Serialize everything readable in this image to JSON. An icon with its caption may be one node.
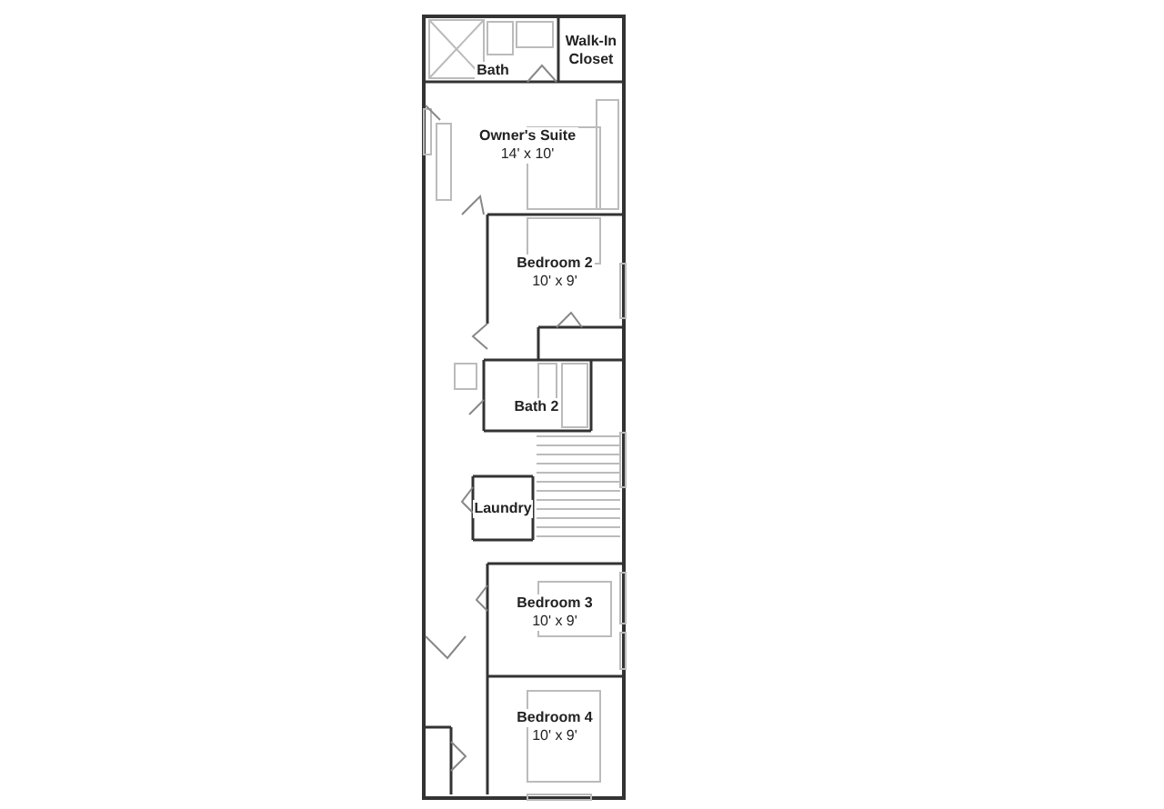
{
  "diagram": {
    "nodes": [
      {
        "text": [
          "Bath"
        ]
      },
      {
        "text": [
          "Walk-In Closet"
        ]
      },
      {
        "text": [
          "Owner's Suite",
          "14' x 10'"
        ]
      },
      {
        "text": [
          "Bedroom 2",
          "10' x 9'"
        ]
      },
      {
        "text": [
          "Bath 2"
        ]
      },
      {
        "text": [
          "Laundry"
        ]
      },
      {
        "text": [
          "Bedroom 3",
          "10' x 9'"
        ]
      },
      {
        "text": [
          "Bedroom 4",
          "10' x 9'"
        ]
      }
    ],
    "edges": []
  }
}
